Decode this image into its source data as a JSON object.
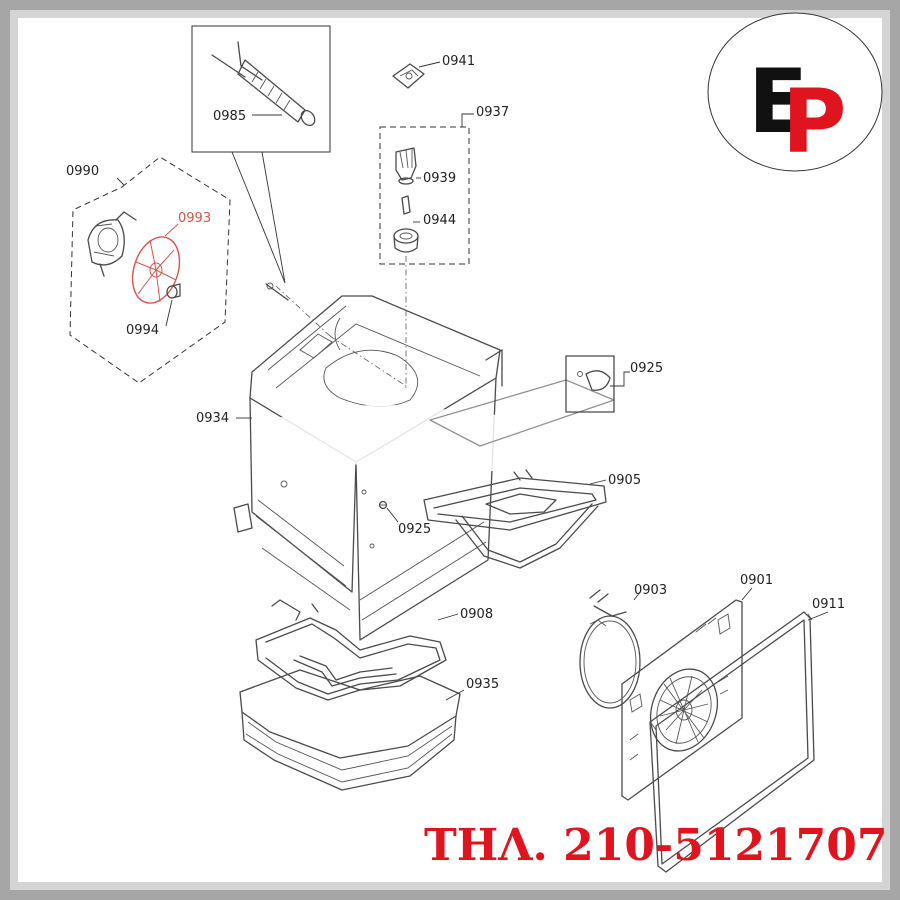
{
  "logo": {
    "letter_1": "E",
    "letter_2": "P"
  },
  "phone": "ΤΗΛ. 210-5121707",
  "colors": {
    "accent": "#e0141e",
    "highlight_part": "#d9534f",
    "line": "#4a4a4a"
  },
  "highlighted_part": "0993",
  "callouts": {
    "p0985": "0985",
    "p0941": "0941",
    "p0937": "0937",
    "p0939": "0939",
    "p0944": "0944",
    "p0990": "0990",
    "p0993": "0993",
    "p0994": "0994",
    "p0934": "0934",
    "p0925a": "0925",
    "p0925b": "0925",
    "p0905": "0905",
    "p0903": "0903",
    "p0901": "0901",
    "p0911": "0911",
    "p0908": "0908",
    "p0935": "0935"
  }
}
